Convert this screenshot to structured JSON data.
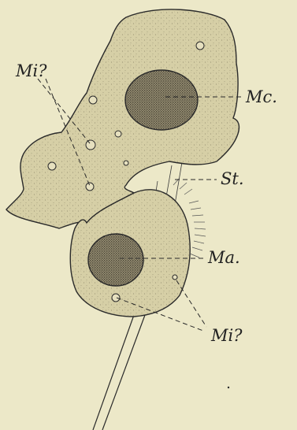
{
  "figure": {
    "labels": {
      "mi_upper": "Mi?",
      "mc": "Mc.",
      "st": "St.",
      "ma": "Ma.",
      "mi_lower": "Mi?"
    },
    "colors": {
      "background": "#ece8c8",
      "cell_fill": "#d6cfa6",
      "nucleus_fill": "#8a8168",
      "ink": "#2a2a2a"
    }
  }
}
